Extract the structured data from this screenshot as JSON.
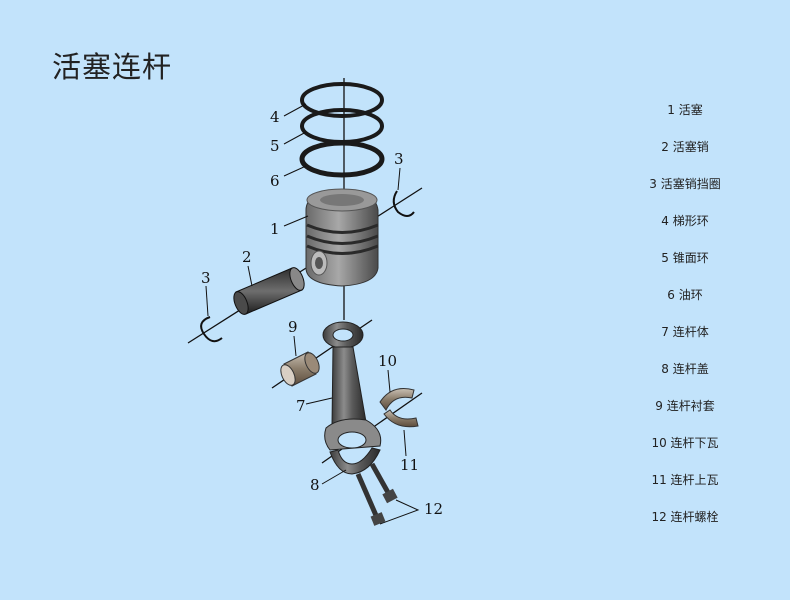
{
  "title": "活塞连杆",
  "legend": [
    "1 活塞",
    "2 活塞销",
    "3 活塞销挡圈",
    "4 梯形环",
    "5 锥面环",
    "6 油环",
    "7 连杆体",
    "8 连杆盖",
    "9 连杆衬套",
    "10 连杆下瓦",
    "11 连杆上瓦",
    "12 连杆螺栓"
  ],
  "callouts": {
    "c1": "1",
    "c2": "2",
    "c3a": "3",
    "c3b": "3",
    "c4": "4",
    "c5": "5",
    "c6": "6",
    "c7": "7",
    "c8": "8",
    "c9": "9",
    "c10": "10",
    "c11": "11",
    "c12": "12"
  },
  "colors": {
    "background": "#c2e3fb",
    "metal_dark": "#3a3a3a",
    "metal_mid": "#7a7a7a",
    "metal_light": "#b8b8b8",
    "bearing_copper": "#9c7a5a"
  }
}
